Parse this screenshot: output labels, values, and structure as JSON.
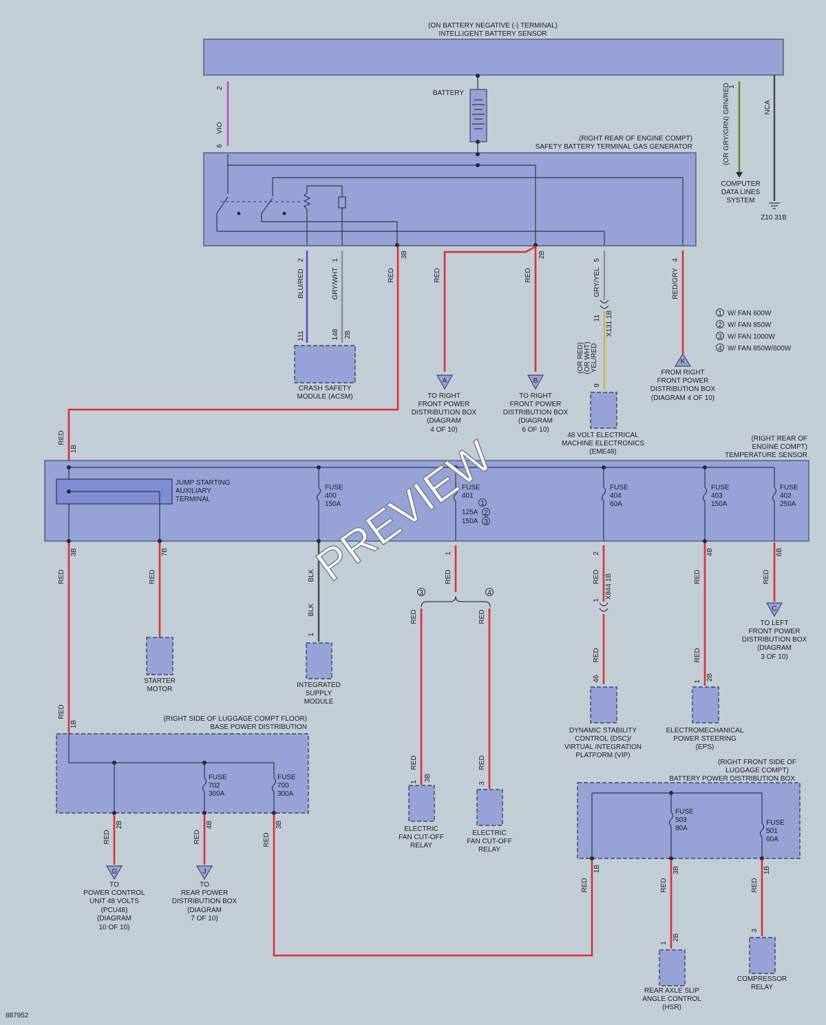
{
  "ibs": {
    "loc": "(ON BATTERY NEGATIVE (-) TERMINAL)",
    "name": "INTELLIGENT BATTERY SENSOR"
  },
  "battery": "BATTERY",
  "gas_gen": {
    "loc": "(RIGHT REAR OF ENGINE COMPT)",
    "name": "SAFETY BATTERY TERMINAL GAS GENERATOR"
  },
  "pins": {
    "vio_top": "2",
    "vio_bot": "6",
    "blu": "2",
    "gry": "1",
    "red_acsm": "3B",
    "red_b": "2B",
    "gryyel": "5",
    "redgry": "4",
    "ggr": "1",
    "x131_top": "11",
    "x131_bot": "9",
    "acsm_a": "111",
    "acsm_b": "148",
    "acsm_c": "2B"
  },
  "wires": {
    "vio": "VIO",
    "blu": "BLU/RED",
    "gry": "GRY/WHT",
    "red": "RED",
    "gryyel": "GRY/YEL",
    "redgry": "RED/GRY",
    "ggr": "(OR GRY/GRN) GRN/RED",
    "nca": "NCA",
    "x131": "X131 1B",
    "yelred": "YEL/RED",
    "yelred_or1": "(OR WHT)",
    "yelred_or2": "(OR RED)",
    "blk": "BLK"
  },
  "cdls": {
    "l1": "COMPUTER",
    "l2": "DATA LINES",
    "l3": "SYSTEM"
  },
  "ground": "Z10 31B",
  "acsm": {
    "l1": "CRASH SAFETY",
    "l2": "MODULE (ACSM)"
  },
  "conn_a": {
    "letter": "A",
    "l1": "TO RIGHT",
    "l2": "FRONT POWER",
    "l3": "DISTRIBUTION BOX",
    "l4": "(DIAGRAM",
    "l5": "4 OF 10)"
  },
  "conn_b": {
    "letter": "B",
    "l1": "TO RIGHT",
    "l2": "FRONT POWER",
    "l3": "DISTRIBUTION BOX",
    "l4": "(DIAGRAM",
    "l5": "6 OF 10)"
  },
  "conn_k": {
    "letter": "K",
    "l1": "FROM RIGHT",
    "l2": "FRONT POWER",
    "l3": "DISTRIBUTION BOX",
    "l4": "(DIAGRAM 4 OF 10)"
  },
  "eme": {
    "l1": "48 VOLT ELECTRICAL",
    "l2": "MACHINE ELECTRONICS",
    "l3": "(EME48)"
  },
  "legend": [
    {
      "n": "1",
      "t": "W/ FAN 600W"
    },
    {
      "n": "2",
      "t": "W/ FAN 850W"
    },
    {
      "n": "3",
      "t": "W/ FAN 1000W"
    },
    {
      "n": "4",
      "t": "W/ FAN 850W/600W"
    }
  ],
  "temp_sensor": {
    "l1": "(RIGHT REAR OF",
    "l2": "ENGINE COMPT)",
    "l3": "TEMPERATURE SENSOR"
  },
  "jump": {
    "l1": "JUMP STARTING",
    "l2": "AUXILIARY",
    "l3": "TERMINAL"
  },
  "fuse_word": "FUSE",
  "fuses_main": [
    {
      "num": "400",
      "amp": "150A"
    },
    {
      "num": "401",
      "amp1": "125A",
      "amp2": "150A",
      "sub1": "1",
      "sub2": "2",
      "sub3": "3"
    },
    {
      "num": "404",
      "amp": "60A"
    },
    {
      "num": "403",
      "amp": "150A"
    },
    {
      "num": "402",
      "amp": "250A"
    }
  ],
  "main_pins": {
    "p1": "1B",
    "p2": "3B",
    "p3": "7B",
    "p4": "1",
    "p5": "2",
    "p6": "4B",
    "p7": "6B",
    "x844": "X844 1B",
    "p8": "1",
    "dsc": "46",
    "eps1": "1",
    "eps2": "2B",
    "ism": "1",
    "fan1a": "1",
    "fan1b": "3B",
    "fan2": "3",
    "sel3": "3",
    "sel4": "4"
  },
  "starter": {
    "l1": "STARTER",
    "l2": "MOTOR"
  },
  "ism": {
    "l1": "INTEGRATED",
    "l2": "SUPPLY",
    "l3": "MODULE"
  },
  "fan_relay": {
    "l1": "ELECTRIC",
    "l2": "FAN CUT-OFF",
    "l3": "RELAY"
  },
  "dsc": {
    "l1": "DYNAMIC STABILITY",
    "l2": "CONTROL (DSC)/",
    "l3": "VIRTUAL INTEGRATION",
    "l4": "PLATFORM (VIP)"
  },
  "eps": {
    "l1": "ELECTROMECHANICAL",
    "l2": "POWER STEERING",
    "l3": "(EPS)"
  },
  "conn_c": {
    "letter": "C",
    "l1": "TO LEFT",
    "l2": "FRONT POWER",
    "l3": "DISTRIBUTION BOX",
    "l4": "(DIAGRAM",
    "l5": "3 OF 10)"
  },
  "base_dist": {
    "l1": "(RIGHT SIDE OF LUGGAGE COMPT FLOOR)",
    "l2": "BASE POWER DISTRIBUTION",
    "pin": "1B"
  },
  "fuses_base": [
    {
      "num": "702",
      "amp": "300A"
    },
    {
      "num": "700",
      "amp": "300A"
    }
  ],
  "base_pins": {
    "p1": "2B",
    "p2": "4B",
    "p3": "3B"
  },
  "conn_g": {
    "letter": "G",
    "l1": "TO",
    "l2": "POWER CONTROL",
    "l3": "UNIT 48 VOLTS",
    "l4": "(PCU48)",
    "l5": "(DIAGRAM",
    "l6": "10 OF 10)"
  },
  "conn_j": {
    "letter": "J",
    "l1": "TO",
    "l2": "REAR POWER",
    "l3": "DISTRIBUTION BOX",
    "l4": "(DIAGRAM",
    "l5": "7 OF 10)"
  },
  "bat_dist": {
    "l1": "(RIGHT FRONT SIDE OF",
    "l2": "LUGGAGE COMPT)",
    "l3": "BATTERY POWER DISTRIBUTION BOX"
  },
  "fuses_bat": [
    {
      "num": "503",
      "amp": "80A"
    },
    {
      "num": "501",
      "amp": "60A"
    }
  ],
  "bat_pins": {
    "p1": "1B",
    "p2": "3B",
    "p3": "1B",
    "hsr1": "1",
    "hsr2": "2B",
    "comp": "3"
  },
  "hsr": {
    "l1": "REAR AXLE SLIP",
    "l2": "ANGLE CONTROL",
    "l3": "(HSR)"
  },
  "compressor": {
    "l1": "COMPRESSOR",
    "l2": "RELAY"
  },
  "diagram_id": "887952",
  "watermark": "PREVIEW"
}
